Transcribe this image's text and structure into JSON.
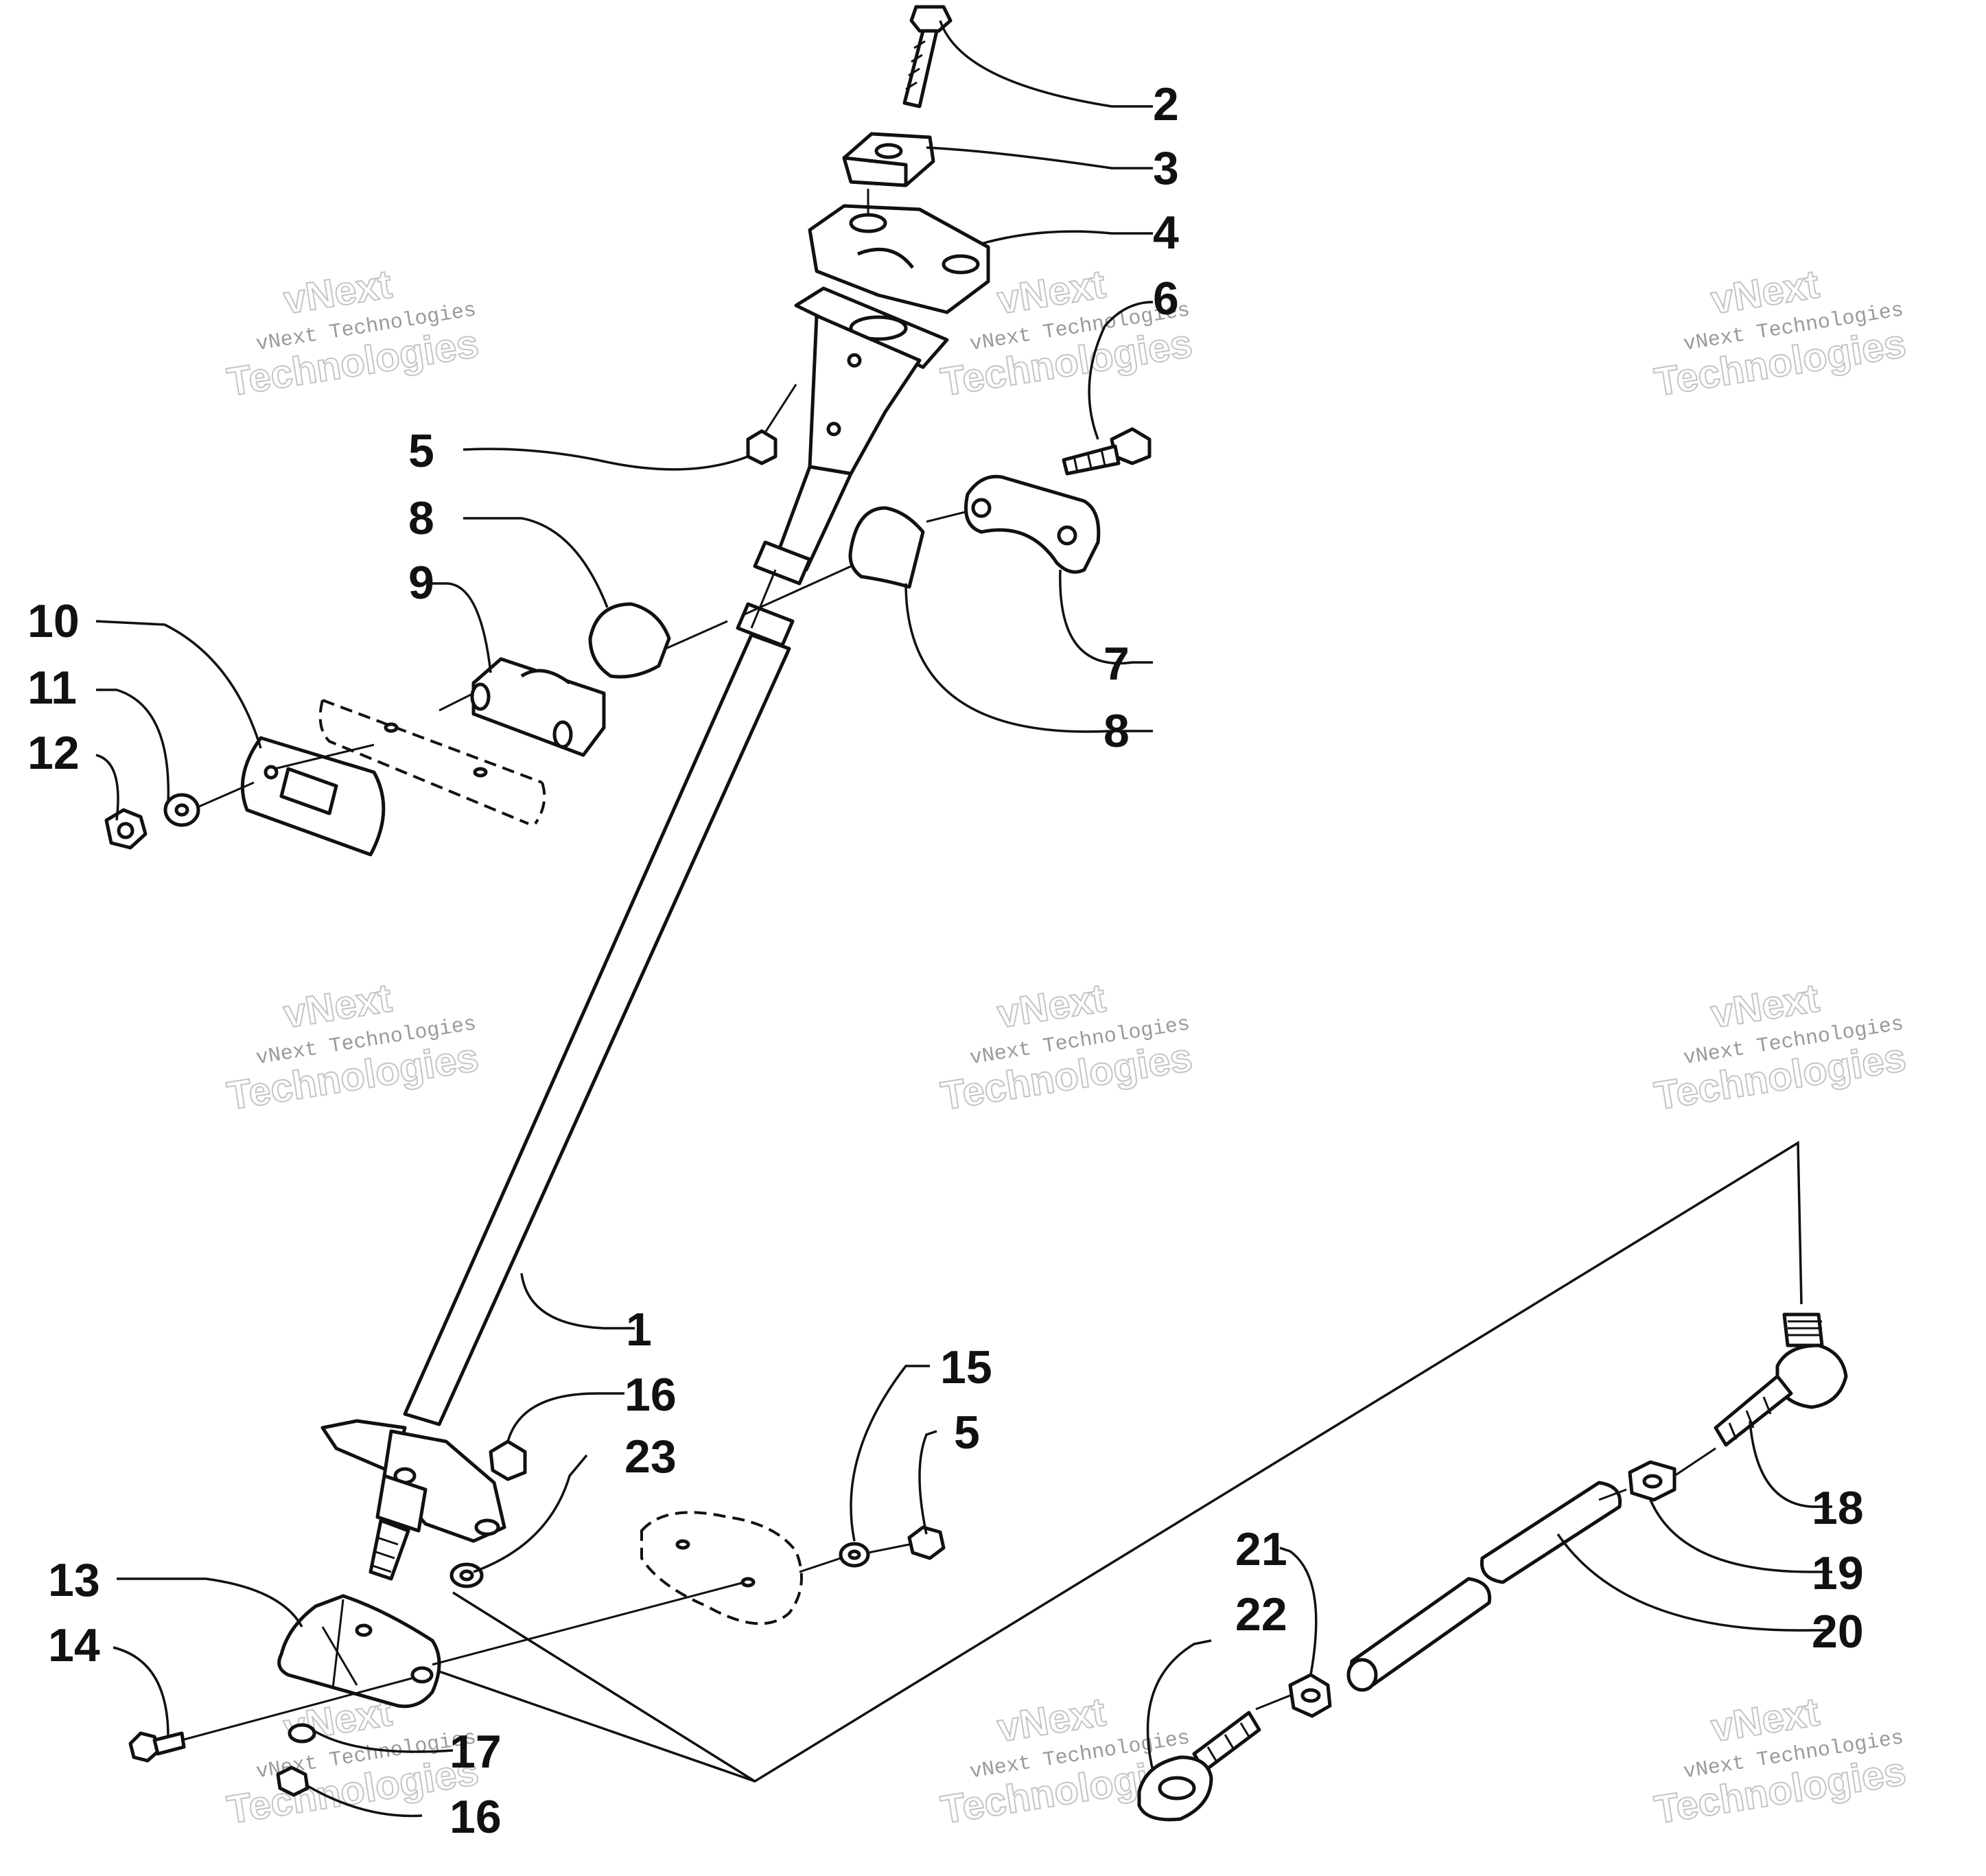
{
  "diagram": {
    "callouts": [
      {
        "id": "c2",
        "label": "2"
      },
      {
        "id": "c3",
        "label": "3"
      },
      {
        "id": "c4",
        "label": "4"
      },
      {
        "id": "c6",
        "label": "6"
      },
      {
        "id": "c5a",
        "label": "5"
      },
      {
        "id": "c8a",
        "label": "8"
      },
      {
        "id": "c9",
        "label": "9"
      },
      {
        "id": "c10",
        "label": "10"
      },
      {
        "id": "c11",
        "label": "11"
      },
      {
        "id": "c12",
        "label": "12"
      },
      {
        "id": "c7",
        "label": "7"
      },
      {
        "id": "c8b",
        "label": "8"
      },
      {
        "id": "c1",
        "label": "1"
      },
      {
        "id": "c15",
        "label": "15"
      },
      {
        "id": "c16a",
        "label": "16"
      },
      {
        "id": "c5b",
        "label": "5"
      },
      {
        "id": "c23",
        "label": "23"
      },
      {
        "id": "c13",
        "label": "13"
      },
      {
        "id": "c14",
        "label": "14"
      },
      {
        "id": "c17",
        "label": "17"
      },
      {
        "id": "c16b",
        "label": "16"
      },
      {
        "id": "c18",
        "label": "18"
      },
      {
        "id": "c19",
        "label": "19"
      },
      {
        "id": "c20",
        "label": "20"
      },
      {
        "id": "c21",
        "label": "21"
      },
      {
        "id": "c22",
        "label": "22"
      }
    ],
    "watermark": {
      "line1": "vNext Technologies",
      "line2": "vNext",
      "line3": "Technologies"
    }
  }
}
